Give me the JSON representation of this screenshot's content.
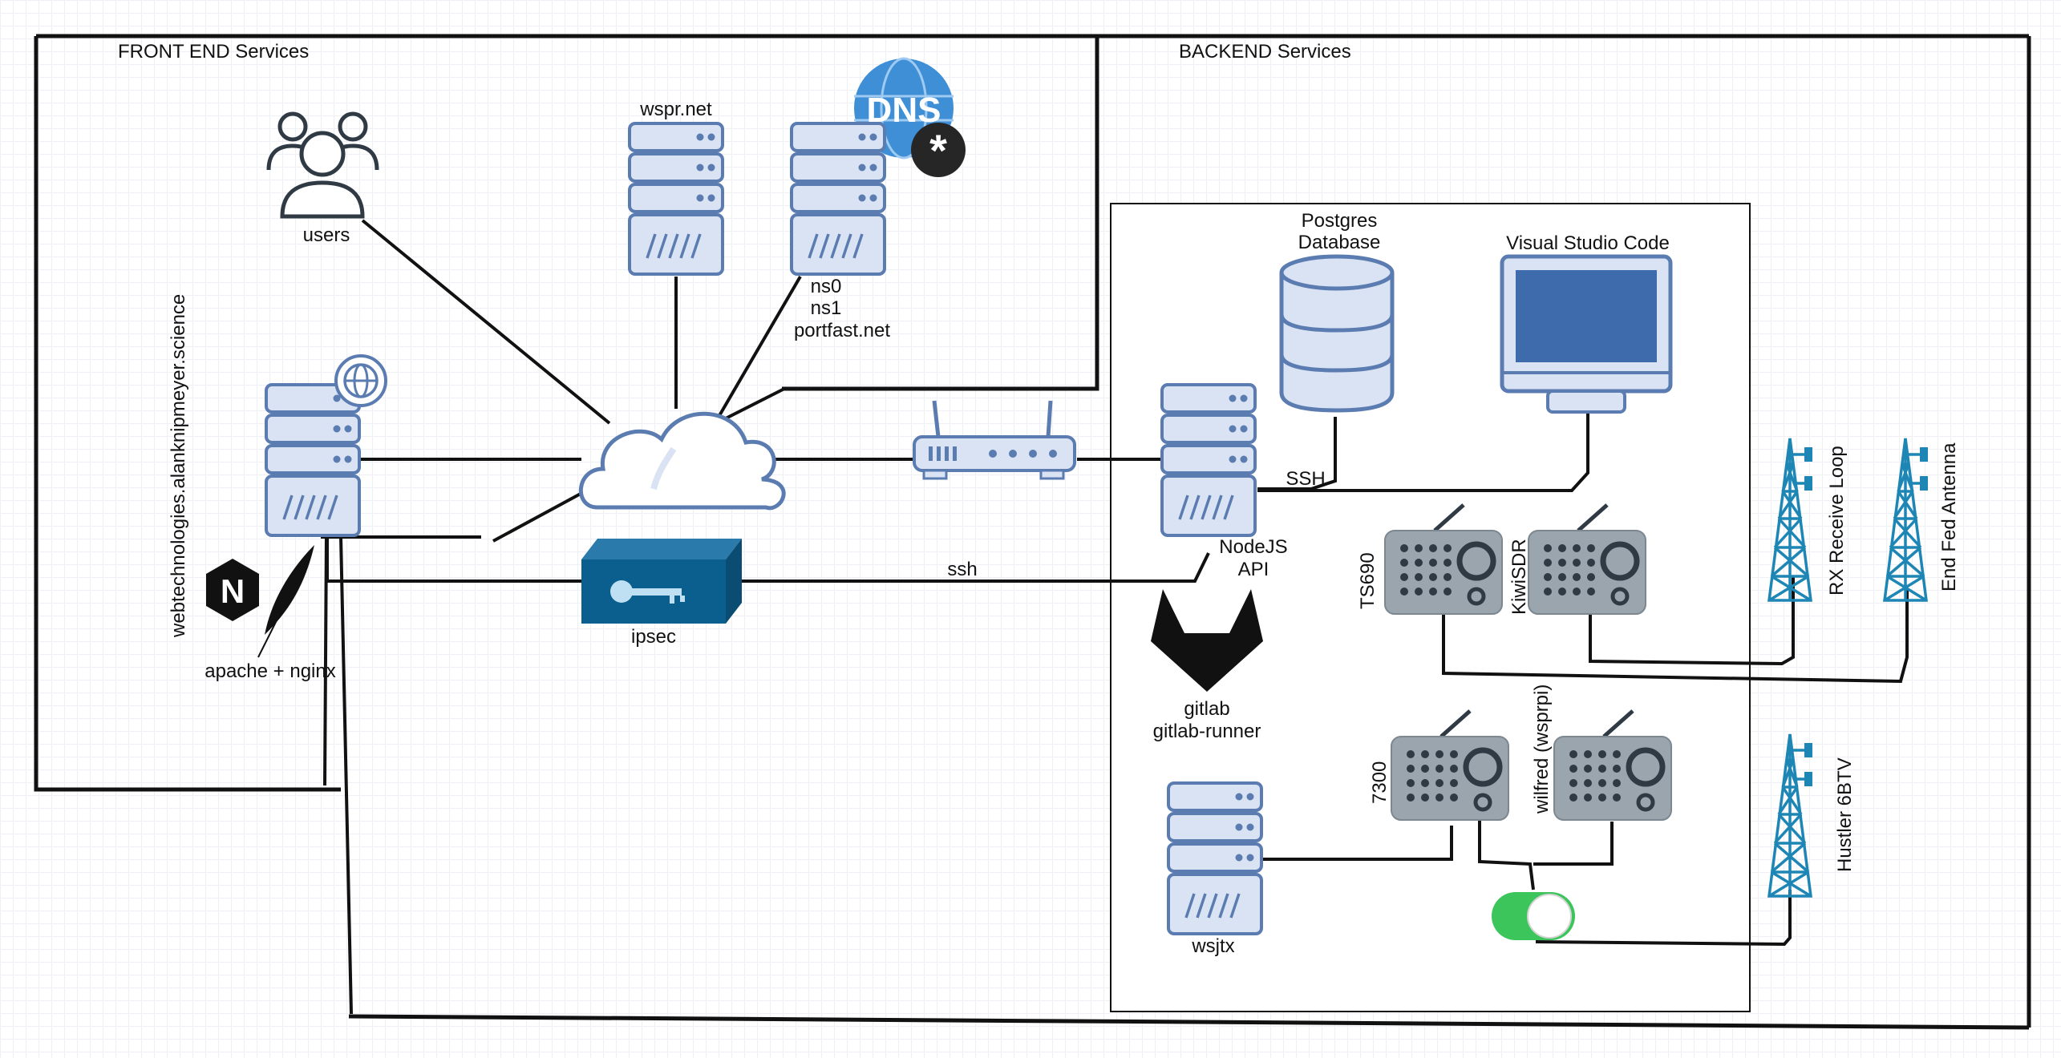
{
  "sections": {
    "front_end": "FRONT END Services",
    "backend": "BACKEND Services"
  },
  "nodes": {
    "users": "users",
    "wspr": "wspr.net",
    "ns0": "ns0",
    "ns1": "ns1",
    "portfast": "portfast.net",
    "webhost": "webtechnologies.alanknipmeyer.science",
    "apache_nginx": "apache + nginx",
    "ipsec": "ipsec",
    "postgres_line1": "Postgres",
    "postgres_line2": "Database",
    "vscode": "Visual Studio Code",
    "nodejs_line1": "NodeJS",
    "nodejs_line2": "API",
    "gitlab_line1": "gitlab",
    "gitlab_line2": "gitlab-runner",
    "wsjtx": "wsjtx",
    "ts690": "TS690",
    "kiwisdr": "KiwiSDR",
    "r7300": "7300",
    "wilfred": "wilfred (wsprpi)",
    "rx_loop": "RX Receive Loop",
    "end_fed": "End Fed Antenna",
    "hustler": "Hustler 6BTV"
  },
  "edges": {
    "ssh_upper": "SSH",
    "ssh_lower": "ssh"
  },
  "icons": {
    "dns_badge": "DNS",
    "nginx_letter": "N"
  }
}
